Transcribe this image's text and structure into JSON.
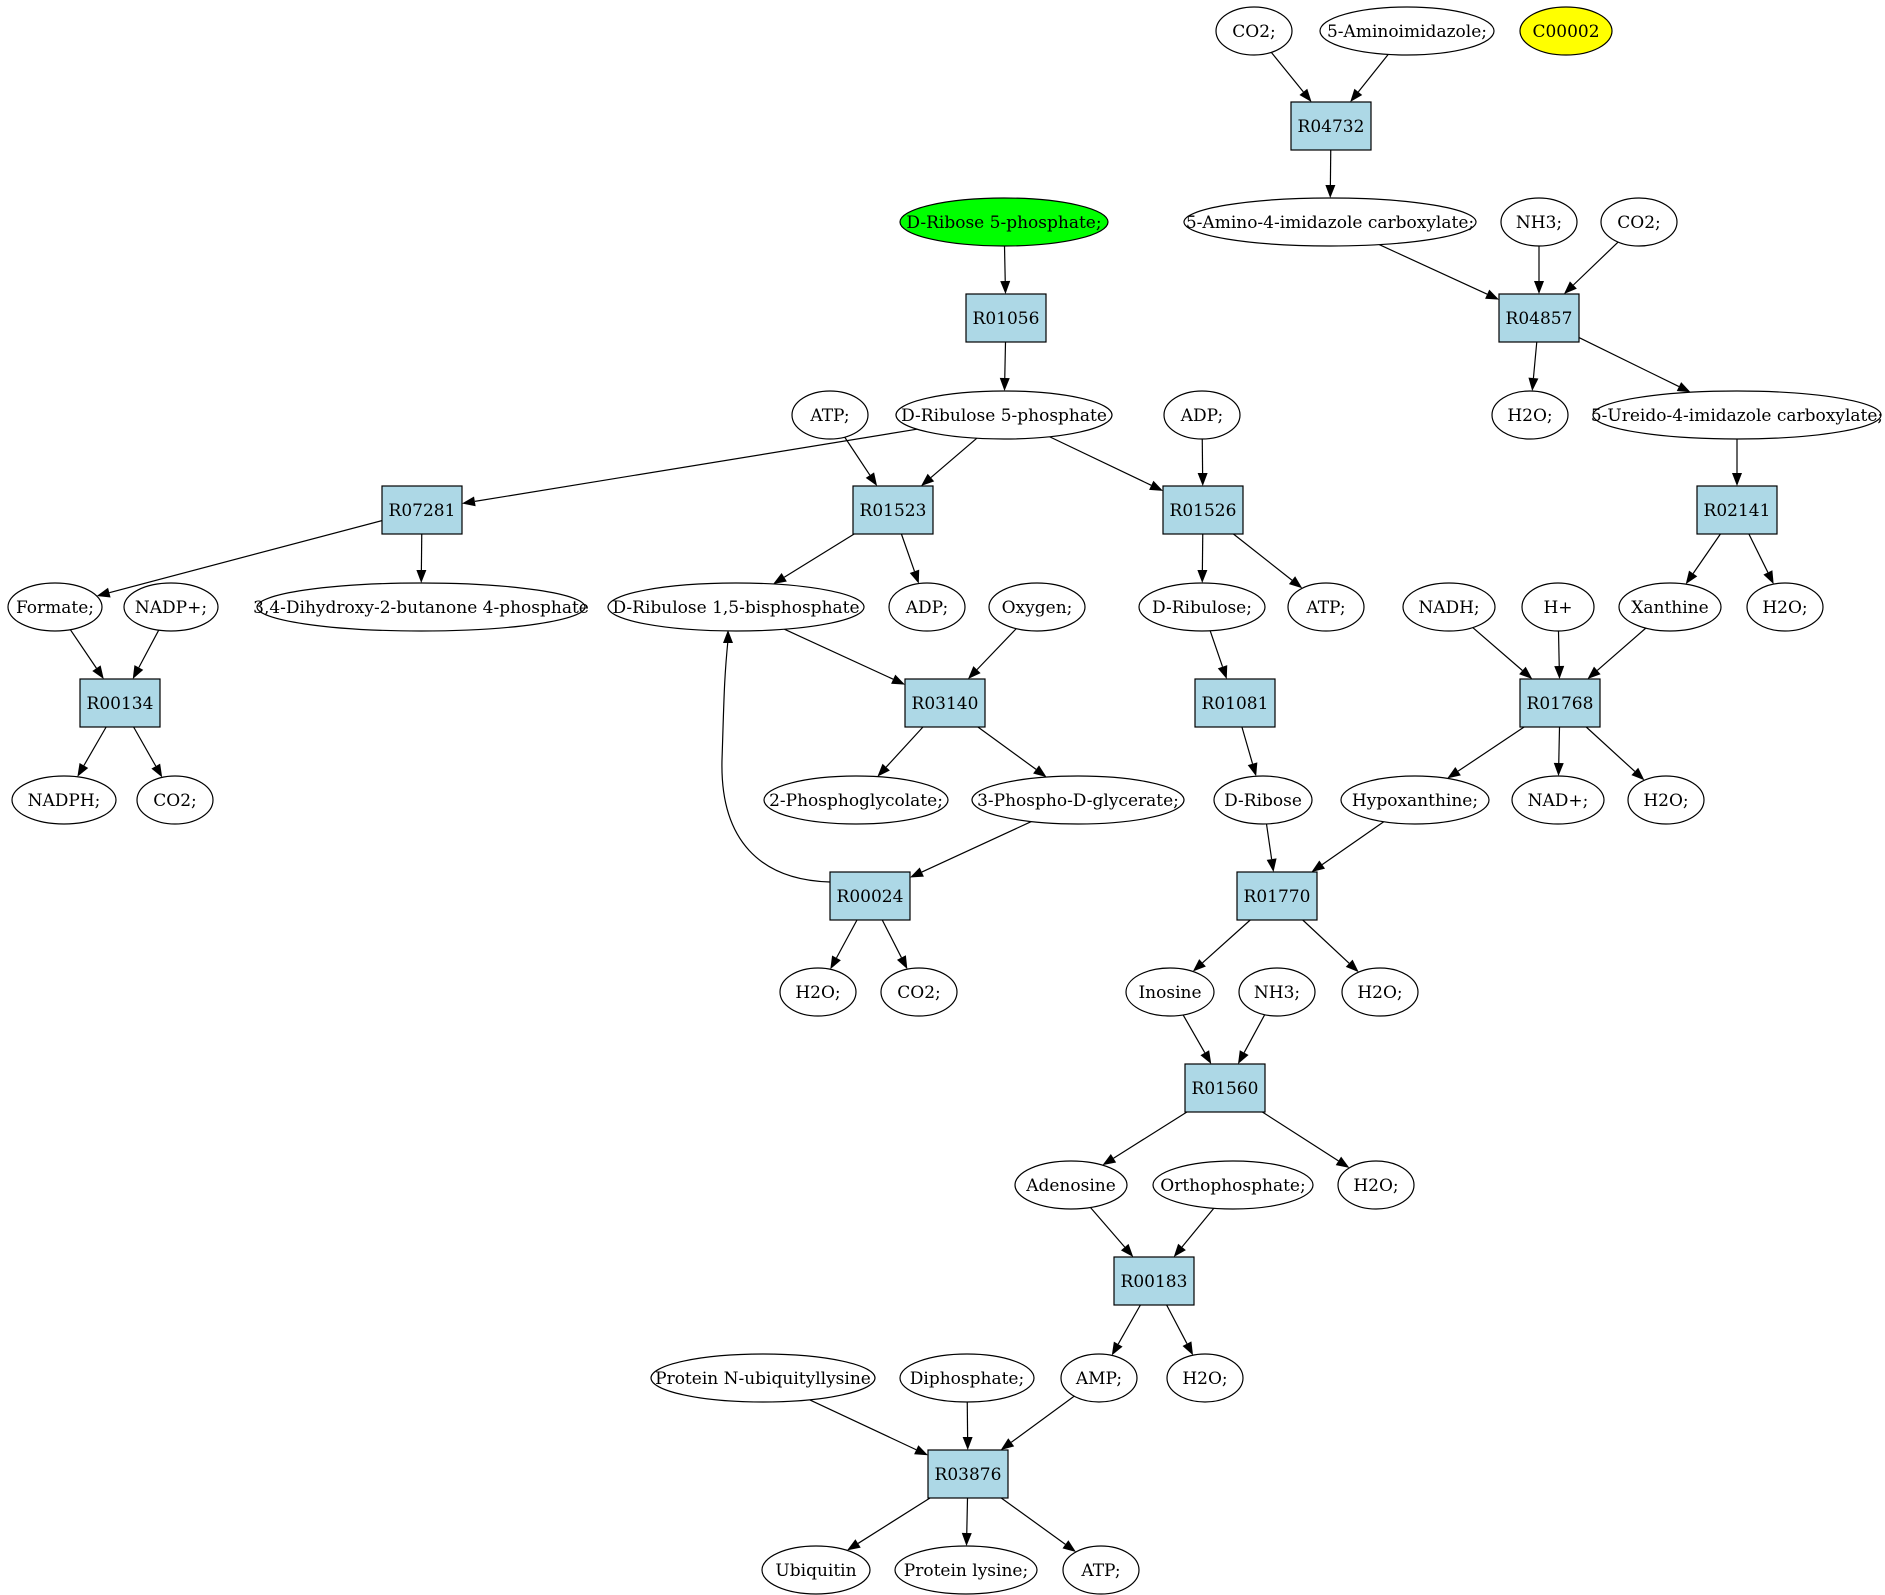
{
  "colors": {
    "reaction_fill": "#add8e6",
    "compound_fill": "#ffffff",
    "start_fill": "#00ff00",
    "target_fill": "#ffff00",
    "stroke": "#000000"
  },
  "compounds": [
    {
      "id": "co2_top",
      "label": "CO2;"
    },
    {
      "id": "aminoimidazole",
      "label": "5-Aminoimidazole;"
    },
    {
      "id": "c00002",
      "label": "C00002",
      "fill": "#ffff00"
    },
    {
      "id": "ribose5p",
      "label": "D-Ribose 5-phosphate;",
      "fill": "#00ff00"
    },
    {
      "id": "aicarbox",
      "label": "5-Amino-4-imidazole carboxylate;"
    },
    {
      "id": "nh3_a",
      "label": "NH3;"
    },
    {
      "id": "co2_a",
      "label": "CO2;"
    },
    {
      "id": "atp_a",
      "label": "ATP;"
    },
    {
      "id": "ribulose5p",
      "label": "D-Ribulose 5-phosphate"
    },
    {
      "id": "adp_a",
      "label": "ADP;"
    },
    {
      "id": "h2o_a",
      "label": "H2O;"
    },
    {
      "id": "ureido",
      "label": "5-Ureido-4-imidazole carboxylate;"
    },
    {
      "id": "formate",
      "label": "Formate;"
    },
    {
      "id": "nadp",
      "label": "NADP+;"
    },
    {
      "id": "dhbp",
      "label": "3,4-Dihydroxy-2-butanone 4-phosphate"
    },
    {
      "id": "rubp",
      "label": "D-Ribulose 1,5-bisphosphate"
    },
    {
      "id": "adp_b",
      "label": "ADP;"
    },
    {
      "id": "oxygen",
      "label": "Oxygen;"
    },
    {
      "id": "ribulose",
      "label": "D-Ribulose;"
    },
    {
      "id": "atp_b",
      "label": "ATP;"
    },
    {
      "id": "nadh",
      "label": "NADH;"
    },
    {
      "id": "hplus",
      "label": "H+"
    },
    {
      "id": "xanthine",
      "label": "Xanthine"
    },
    {
      "id": "h2o_b",
      "label": "H2O;"
    },
    {
      "id": "nadph",
      "label": "NADPH;"
    },
    {
      "id": "co2_b",
      "label": "CO2;"
    },
    {
      "id": "pglycolate",
      "label": "2-Phosphoglycolate;"
    },
    {
      "id": "pga",
      "label": "3-Phospho-D-glycerate;"
    },
    {
      "id": "dribose",
      "label": "D-Ribose"
    },
    {
      "id": "hypox",
      "label": "Hypoxanthine;"
    },
    {
      "id": "nad",
      "label": "NAD+;"
    },
    {
      "id": "h2o_c",
      "label": "H2O;"
    },
    {
      "id": "h2o_d",
      "label": "H2O;"
    },
    {
      "id": "co2_c",
      "label": "CO2;"
    },
    {
      "id": "inosine",
      "label": "Inosine"
    },
    {
      "id": "nh3_b",
      "label": "NH3;"
    },
    {
      "id": "h2o_e",
      "label": "H2O;"
    },
    {
      "id": "adenosine",
      "label": "Adenosine"
    },
    {
      "id": "orthophos",
      "label": "Orthophosphate;"
    },
    {
      "id": "h2o_f",
      "label": "H2O;"
    },
    {
      "id": "protub",
      "label": "Protein N-ubiquityllysine"
    },
    {
      "id": "diphos",
      "label": "Diphosphate;"
    },
    {
      "id": "amp",
      "label": "AMP;"
    },
    {
      "id": "h2o_g",
      "label": "H2O;"
    },
    {
      "id": "ubiquitin",
      "label": "Ubiquitin"
    },
    {
      "id": "protlys",
      "label": "Protein lysine;"
    },
    {
      "id": "atp_c",
      "label": "ATP;"
    }
  ],
  "reactions": [
    {
      "id": "R04732",
      "label": "R04732"
    },
    {
      "id": "R01056",
      "label": "R01056"
    },
    {
      "id": "R04857",
      "label": "R04857"
    },
    {
      "id": "R07281",
      "label": "R07281"
    },
    {
      "id": "R01523",
      "label": "R01523"
    },
    {
      "id": "R01526",
      "label": "R01526"
    },
    {
      "id": "R02141",
      "label": "R02141"
    },
    {
      "id": "R00134",
      "label": "R00134"
    },
    {
      "id": "R03140",
      "label": "R03140"
    },
    {
      "id": "R01081",
      "label": "R01081"
    },
    {
      "id": "R01768",
      "label": "R01768"
    },
    {
      "id": "R00024",
      "label": "R00024"
    },
    {
      "id": "R01770",
      "label": "R01770"
    },
    {
      "id": "R01560",
      "label": "R01560"
    },
    {
      "id": "R00183",
      "label": "R00183"
    },
    {
      "id": "R03876",
      "label": "R03876"
    }
  ],
  "edges": [
    [
      "co2_top",
      "R04732"
    ],
    [
      "aminoimidazole",
      "R04732"
    ],
    [
      "R04732",
      "aicarbox"
    ],
    [
      "ribose5p",
      "R01056"
    ],
    [
      "R01056",
      "ribulose5p"
    ],
    [
      "aicarbox",
      "R04857"
    ],
    [
      "nh3_a",
      "R04857"
    ],
    [
      "co2_a",
      "R04857"
    ],
    [
      "R04857",
      "h2o_a"
    ],
    [
      "R04857",
      "ureido"
    ],
    [
      "ribulose5p",
      "R07281"
    ],
    [
      "ribulose5p",
      "R01523"
    ],
    [
      "atp_a",
      "R01523"
    ],
    [
      "ribulose5p",
      "R01526"
    ],
    [
      "adp_a",
      "R01526"
    ],
    [
      "ureido",
      "R02141"
    ],
    [
      "R07281",
      "formate"
    ],
    [
      "R07281",
      "dhbp"
    ],
    [
      "R01523",
      "rubp"
    ],
    [
      "R01523",
      "adp_b"
    ],
    [
      "R01526",
      "ribulose"
    ],
    [
      "R01526",
      "atp_b"
    ],
    [
      "R02141",
      "xanthine"
    ],
    [
      "R02141",
      "h2o_b"
    ],
    [
      "formate",
      "R00134"
    ],
    [
      "nadp",
      "R00134"
    ],
    [
      "R00134",
      "nadph"
    ],
    [
      "R00134",
      "co2_b"
    ],
    [
      "rubp",
      "R03140"
    ],
    [
      "oxygen",
      "R03140"
    ],
    [
      "R03140",
      "pglycolate"
    ],
    [
      "R03140",
      "pga"
    ],
    [
      "ribulose",
      "R01081"
    ],
    [
      "R01081",
      "dribose"
    ],
    [
      "nadh",
      "R01768"
    ],
    [
      "hplus",
      "R01768"
    ],
    [
      "xanthine",
      "R01768"
    ],
    [
      "R01768",
      "hypox"
    ],
    [
      "R01768",
      "nad"
    ],
    [
      "R01768",
      "h2o_c"
    ],
    [
      "pga",
      "R00024"
    ],
    [
      "R00024",
      "rubp"
    ],
    [
      "R00024",
      "h2o_d"
    ],
    [
      "R00024",
      "co2_c"
    ],
    [
      "dribose",
      "R01770"
    ],
    [
      "hypox",
      "R01770"
    ],
    [
      "R01770",
      "inosine"
    ],
    [
      "R01770",
      "h2o_e"
    ],
    [
      "inosine",
      "R01560"
    ],
    [
      "nh3_b",
      "R01560"
    ],
    [
      "R01560",
      "adenosine"
    ],
    [
      "R01560",
      "h2o_f"
    ],
    [
      "adenosine",
      "R00183"
    ],
    [
      "orthophos",
      "R00183"
    ],
    [
      "R00183",
      "amp"
    ],
    [
      "R00183",
      "h2o_g"
    ],
    [
      "protub",
      "R03876"
    ],
    [
      "diphos",
      "R03876"
    ],
    [
      "amp",
      "R03876"
    ],
    [
      "R03876",
      "ubiquitin"
    ],
    [
      "R03876",
      "protlys"
    ],
    [
      "R03876",
      "atp_c"
    ]
  ]
}
